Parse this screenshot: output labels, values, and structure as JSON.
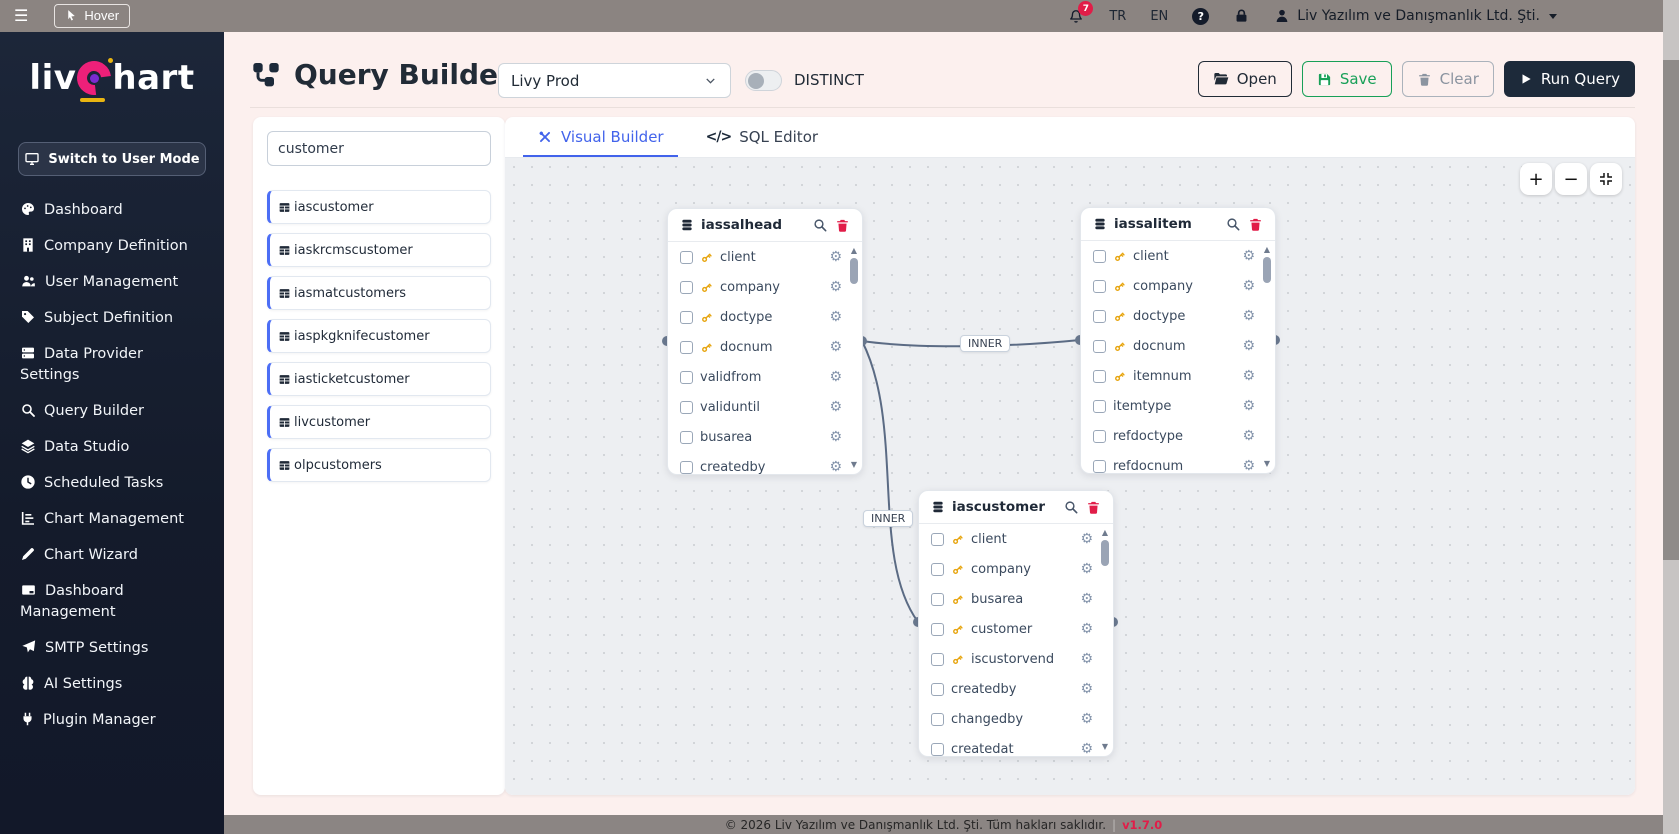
{
  "colors": {
    "accent_blue": "#4263eb",
    "list_accent": "#4c6ef5",
    "crimson": "#e11d48",
    "green": "#18a058",
    "navy": "#1d2a3a",
    "key_yellow": "#e7a50f",
    "topbar_gray": "#8b8481",
    "sidebar_navy": "#161d2e",
    "canvas_gray": "#edeff2",
    "page_pink": "#fcf0ee"
  },
  "topbar": {
    "hover_label": "Hover",
    "notification_count": "7",
    "lang_tr": "TR",
    "lang_en": "EN",
    "help_symbol": "?",
    "user_name": "Liv Yazılım ve Danışmanlık Ltd. Şti."
  },
  "sidebar": {
    "logo_part1": "liv",
    "logo_part2": "hart",
    "switch_button": "Switch to User Mode",
    "items": [
      {
        "label": "Dashboard"
      },
      {
        "label": "Company Definition"
      },
      {
        "label": "User Management"
      },
      {
        "label": "Subject Definition"
      },
      {
        "label": "Data Provider Settings"
      },
      {
        "label": "Query Builder"
      },
      {
        "label": "Data Studio"
      },
      {
        "label": "Scheduled Tasks"
      },
      {
        "label": "Chart Management"
      },
      {
        "label": "Chart Wizard"
      },
      {
        "label": "Dashboard Management"
      },
      {
        "label": "SMTP Settings"
      },
      {
        "label": "AI Settings"
      },
      {
        "label": "Plugin Manager"
      }
    ]
  },
  "header": {
    "title": "Query Builder",
    "datasource": "Livy Prod",
    "distinct_label": "DISTINCT",
    "open_label": "Open",
    "save_label": "Save",
    "clear_label": "Clear",
    "run_label": "Run Query"
  },
  "table_panel": {
    "search_value": "customer",
    "tables": [
      "iascustomer",
      "iaskrcmscustomer",
      "iasmatcustomers",
      "iaspkgknifecustomer",
      "iasticketcustomer",
      "livcustomer",
      "olpcustomers"
    ]
  },
  "tabs": {
    "visual": "Visual Builder",
    "sql": "SQL Editor",
    "sql_icon_glyph": "</>"
  },
  "canvas": {
    "zoom_in": "+",
    "zoom_out": "−",
    "joins": [
      {
        "type": "INNER"
      },
      {
        "type": "INNER"
      }
    ],
    "cards": [
      {
        "title": "iassalhead",
        "fields": [
          {
            "name": "client",
            "key": true
          },
          {
            "name": "company",
            "key": true
          },
          {
            "name": "doctype",
            "key": true
          },
          {
            "name": "docnum",
            "key": true
          },
          {
            "name": "validfrom",
            "key": false
          },
          {
            "name": "validuntil",
            "key": false
          },
          {
            "name": "busarea",
            "key": false
          },
          {
            "name": "createdby",
            "key": false
          }
        ]
      },
      {
        "title": "iassalitem",
        "fields": [
          {
            "name": "client",
            "key": true
          },
          {
            "name": "company",
            "key": true
          },
          {
            "name": "doctype",
            "key": true
          },
          {
            "name": "docnum",
            "key": true
          },
          {
            "name": "itemnum",
            "key": true
          },
          {
            "name": "itemtype",
            "key": false
          },
          {
            "name": "refdoctype",
            "key": false
          },
          {
            "name": "refdocnum",
            "key": false
          }
        ]
      },
      {
        "title": "iascustomer",
        "fields": [
          {
            "name": "client",
            "key": true
          },
          {
            "name": "company",
            "key": true
          },
          {
            "name": "busarea",
            "key": true
          },
          {
            "name": "customer",
            "key": true
          },
          {
            "name": "iscustorvend",
            "key": true
          },
          {
            "name": "createdby",
            "key": false
          },
          {
            "name": "changedby",
            "key": false
          },
          {
            "name": "createdat",
            "key": false
          }
        ]
      }
    ]
  },
  "footer": {
    "copyright": "© 2026 Liv Yazılım ve Danışmanlık Ltd. Şti. Tüm hakları saklıdır.",
    "separator": "|",
    "version": "v1.7.0"
  }
}
